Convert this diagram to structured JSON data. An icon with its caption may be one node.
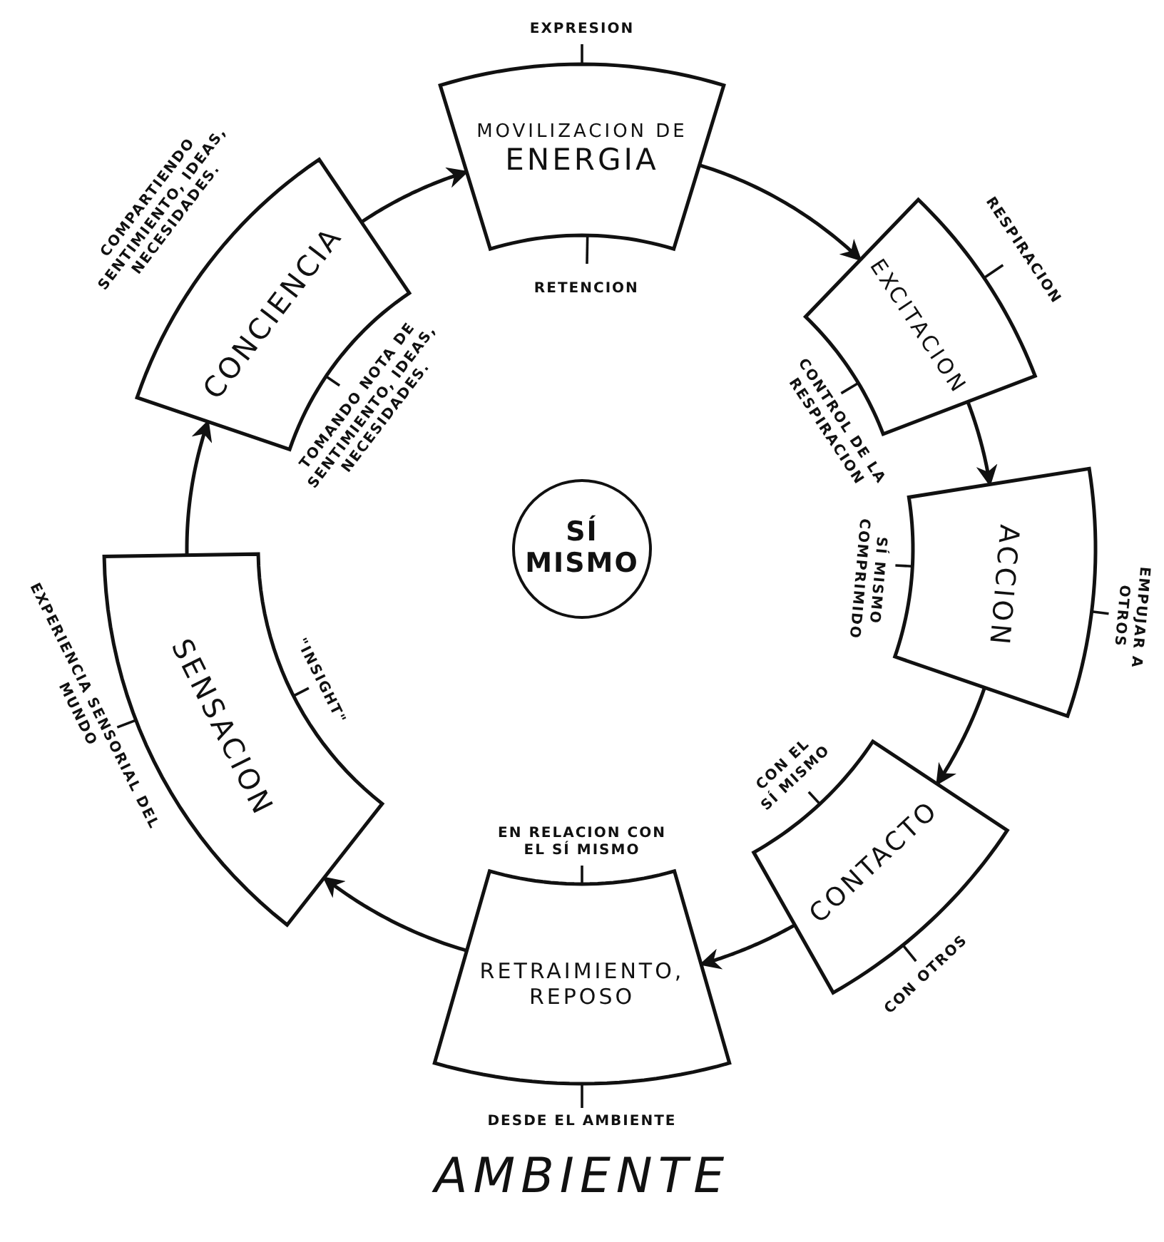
{
  "diagram": {
    "nodes": [
      {
        "text": [
          "MOVILIZACION DE",
          "ENERGIA"
        ],
        "beside": [
          "EXPRESION",
          "RETENCION"
        ]
      },
      {
        "text": [
          "EXCITACION"
        ],
        "beside": [
          "RESPIRACION",
          "CONTROL DE LA RESPIRACION"
        ]
      },
      {
        "text": [
          "ACCION"
        ],
        "beside": [
          "EMPUJAR A OTROS",
          "SÍ MISMO COMPRIMIDO"
        ]
      },
      {
        "text": [
          "CONTACTO"
        ],
        "beside": [
          "CON EL SÍ MISMO",
          "CON OTROS"
        ]
      },
      {
        "text": [
          "RETRAIMIENTO, REPOSO"
        ],
        "beside": [
          "EN RELACION CON EL SÍ MISMO",
          "DESDE EL AMBIENTE"
        ]
      },
      {
        "text": [
          "SENSACION"
        ],
        "beside": [
          "EXPERIENCIA SENSORIAL DEL MUNDO",
          "\"INSIGHT\""
        ]
      },
      {
        "text": [
          "CONCIENCIA"
        ],
        "beside": [
          "COMPARTIENDO SENTIMIENTO, IDEAS, NECESIDADES.",
          "TOMANDO NOTA DE SENTIMIENTO, IDEAS, NECESIDADES."
        ]
      },
      {
        "text": [
          "SÍ MISMO"
        ]
      }
    ],
    "edges": [
      {
        "from": 6,
        "to": 0,
        "arrow": "to"
      },
      {
        "from": 0,
        "to": 1,
        "arrow": "to"
      },
      {
        "from": 1,
        "to": 2,
        "arrow": "to"
      },
      {
        "from": 2,
        "to": 3,
        "arrow": "to"
      },
      {
        "from": 3,
        "to": 4,
        "arrow": "to"
      },
      {
        "from": 4,
        "to": 5,
        "arrow": "to"
      },
      {
        "from": 5,
        "to": 6,
        "arrow": "to"
      }
    ],
    "labels": [
      "AMBIENTE"
    ]
  }
}
